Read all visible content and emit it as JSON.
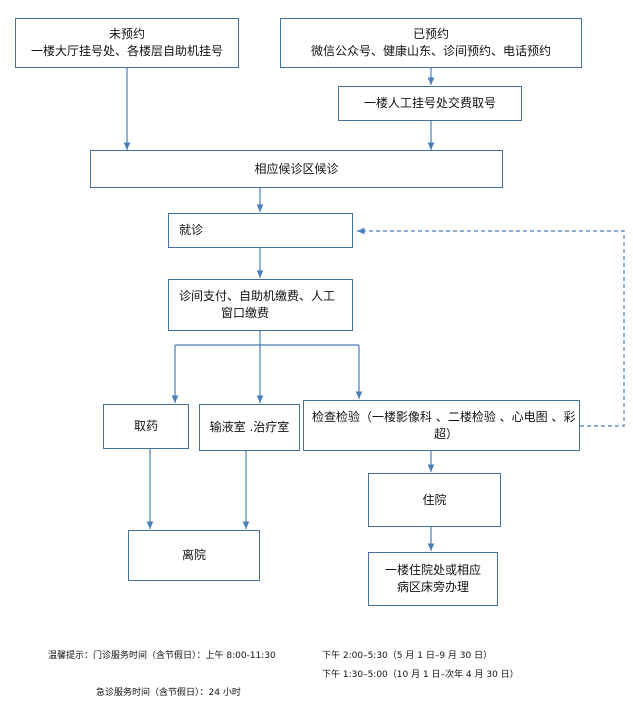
{
  "nodes": {
    "not_booked": {
      "title": "未预约",
      "detail": "一楼大厅挂号处、各楼层自助机挂号"
    },
    "booked": {
      "title": "已预约",
      "detail": "微信公众号、健康山东、诊间预约、电话预约"
    },
    "manual_register": "一楼人工挂号处交费取号",
    "waiting_area": "相应候诊区候诊",
    "consultation": "就诊",
    "payment": {
      "line1": "诊间支付、自助机缴费、人工",
      "line2": "窗口缴费"
    },
    "pharmacy": "取药",
    "infusion": "输液室 .治疗室",
    "examination": {
      "line1": "检查检验（一楼影像科 、二楼检验 、心电图 、彩",
      "line2": "超）"
    },
    "hospitalization": "住院",
    "admission": {
      "line1": "一楼住院处或相应",
      "line2": "病区床旁办理"
    },
    "discharge": "离院"
  },
  "notice": {
    "label": "温馨提示：门诊服务时间（含节假日）：上午 8:00-11:30",
    "afternoon_summer": "下午 2:00–5:30（5 月 1 日–9 月 30 日）",
    "afternoon_winter": "下午 1:30–5:00（10 月 1 日–次年 4 月 30 日）",
    "emergency": "急诊服务时间（含节假日）：24 小时"
  },
  "colors": {
    "arrow": "#4a7ebb",
    "border": "#41719c"
  }
}
